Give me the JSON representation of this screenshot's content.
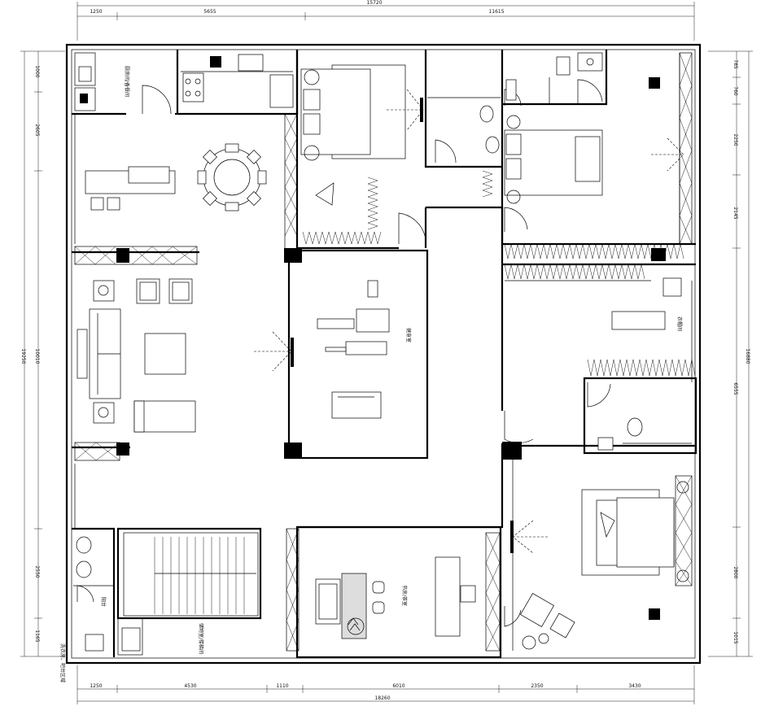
{
  "dimensions": {
    "top_total": "15720",
    "top_segments": [
      "1250",
      "5655",
      "11615"
    ],
    "bottom_total": "18260",
    "bottom_segments": [
      "1250",
      "4530",
      "1110",
      "6010",
      "2350",
      "3430"
    ],
    "left_total": "19250",
    "left_middle": "10010",
    "left_segments": [
      "1000",
      "2605",
      "2550",
      "1165"
    ],
    "right_total": "16880",
    "right_segments": [
      "785",
      "760",
      "2250",
      "2145",
      "6555",
      "2800",
      "1015"
    ]
  },
  "rooms": {
    "pantry": "厨房间/备餐间",
    "gym": "健身室",
    "walk_in_closet": "衣帽间",
    "tea_study": "书房/茶室",
    "storage_stairs": "储物室/楼梯间",
    "balcony": "阳台",
    "laundry_bar": "洗衣房、吧台区域"
  },
  "colors": {
    "line": "#000000",
    "paper": "#ffffff"
  }
}
